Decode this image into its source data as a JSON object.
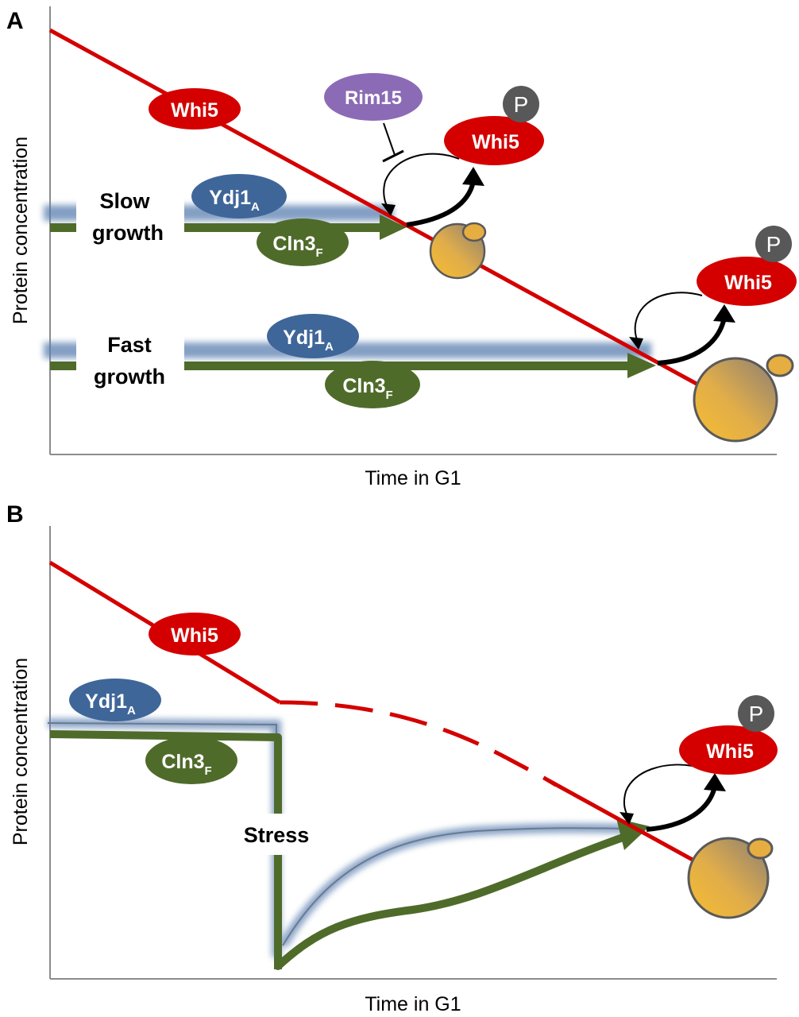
{
  "panels": {
    "a": {
      "letter": "A",
      "y_axis_label": "Protein concentration",
      "x_axis_label": "Time in G1",
      "whi5": "Whi5",
      "rim15": "Rim15",
      "phospho": "P",
      "whi5_p1": "Whi5",
      "whi5_p2": "Whi5",
      "slow_1": "Slow",
      "slow_2": "growth",
      "fast_1": "Fast",
      "fast_2": "growth",
      "ydj1": "Ydj1",
      "ydj1_sub": "A",
      "cln3": "Cln3",
      "cln3_sub": "F"
    },
    "b": {
      "letter": "B",
      "y_axis_label": "Protein concentration",
      "x_axis_label": "Time in G1",
      "whi5": "Whi5",
      "whi5_p": "Whi5",
      "phospho": "P",
      "ydj1": "Ydj1",
      "ydj1_sub": "A",
      "cln3": "Cln3",
      "cln3_sub": "F",
      "stress": "Stress"
    }
  },
  "colors": {
    "whi5_red": "#d40000",
    "rim15_purple": "#8b6bb5",
    "ydj1_blue": "#3f6699",
    "cln3_green": "#4f6b2a",
    "phospho_gray": "#585858",
    "cell_yellow": "#f0b840",
    "axis_gray": "#8c8c8c"
  }
}
